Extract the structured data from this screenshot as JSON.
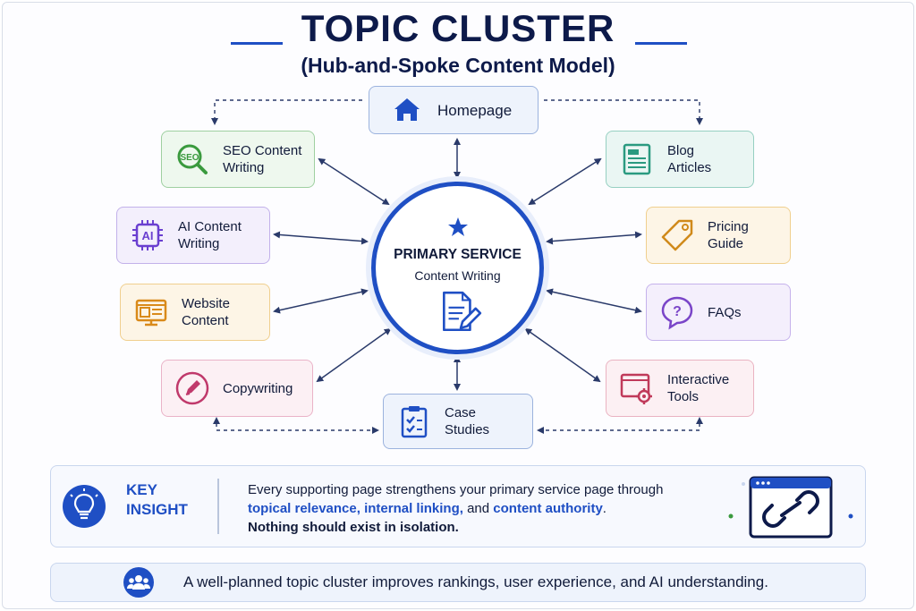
{
  "title": "TOPIC CLUSTER",
  "subtitle": "(Hub-and-Spoke Content Model)",
  "hub": {
    "title": "PRIMARY SERVICE",
    "subtitle": "Content Writing",
    "icon": "document-pen-icon",
    "star_icon": "star-icon"
  },
  "nodes": {
    "homepage": {
      "label": "Homepage",
      "icon": "home-icon"
    },
    "case_studies": {
      "label": "Case\nStudies",
      "icon": "clipboard-check-icon"
    },
    "seo": {
      "label": "SEO Content\nWriting",
      "icon": "seo-magnifier-icon"
    },
    "ai": {
      "label": "AI Content\nWriting",
      "icon": "ai-chip-icon"
    },
    "website": {
      "label": "Website\nContent",
      "icon": "monitor-icon"
    },
    "copywriting": {
      "label": "Copywriting",
      "icon": "pencil-icon"
    },
    "blog": {
      "label": "Blog\nArticles",
      "icon": "article-icon"
    },
    "pricing": {
      "label": "Pricing\nGuide",
      "icon": "price-tag-icon"
    },
    "faqs": {
      "label": "FAQs",
      "icon": "question-bubble-icon"
    },
    "tools": {
      "label": "Interactive\nTools",
      "icon": "browser-gear-icon"
    }
  },
  "insight": {
    "label": "KEY\nINSIGHT",
    "line1": "Every supporting page strengthens your primary service page through",
    "highlight1": "topical relevance, internal linking,",
    "and_text": " and ",
    "highlight2": "content authority",
    "period": ".",
    "line3": "Nothing should exist in isolation.",
    "icon": "lightbulb-icon",
    "illustration": "browser-link-icon"
  },
  "footer": {
    "text": "A well-planned topic cluster improves rankings, user experience, and AI understanding.",
    "icon": "people-group-icon"
  },
  "colors": {
    "accent": "#1f4fc4",
    "navy": "#0d1a4a",
    "seo": "#3a9a3e",
    "ai": "#6a3fd0",
    "website": "#d98a1a",
    "copywriting": "#c0396b",
    "blog": "#2a9a80",
    "pricing": "#d08a1a",
    "faqs": "#7a45c8",
    "tools": "#c03a5a"
  }
}
